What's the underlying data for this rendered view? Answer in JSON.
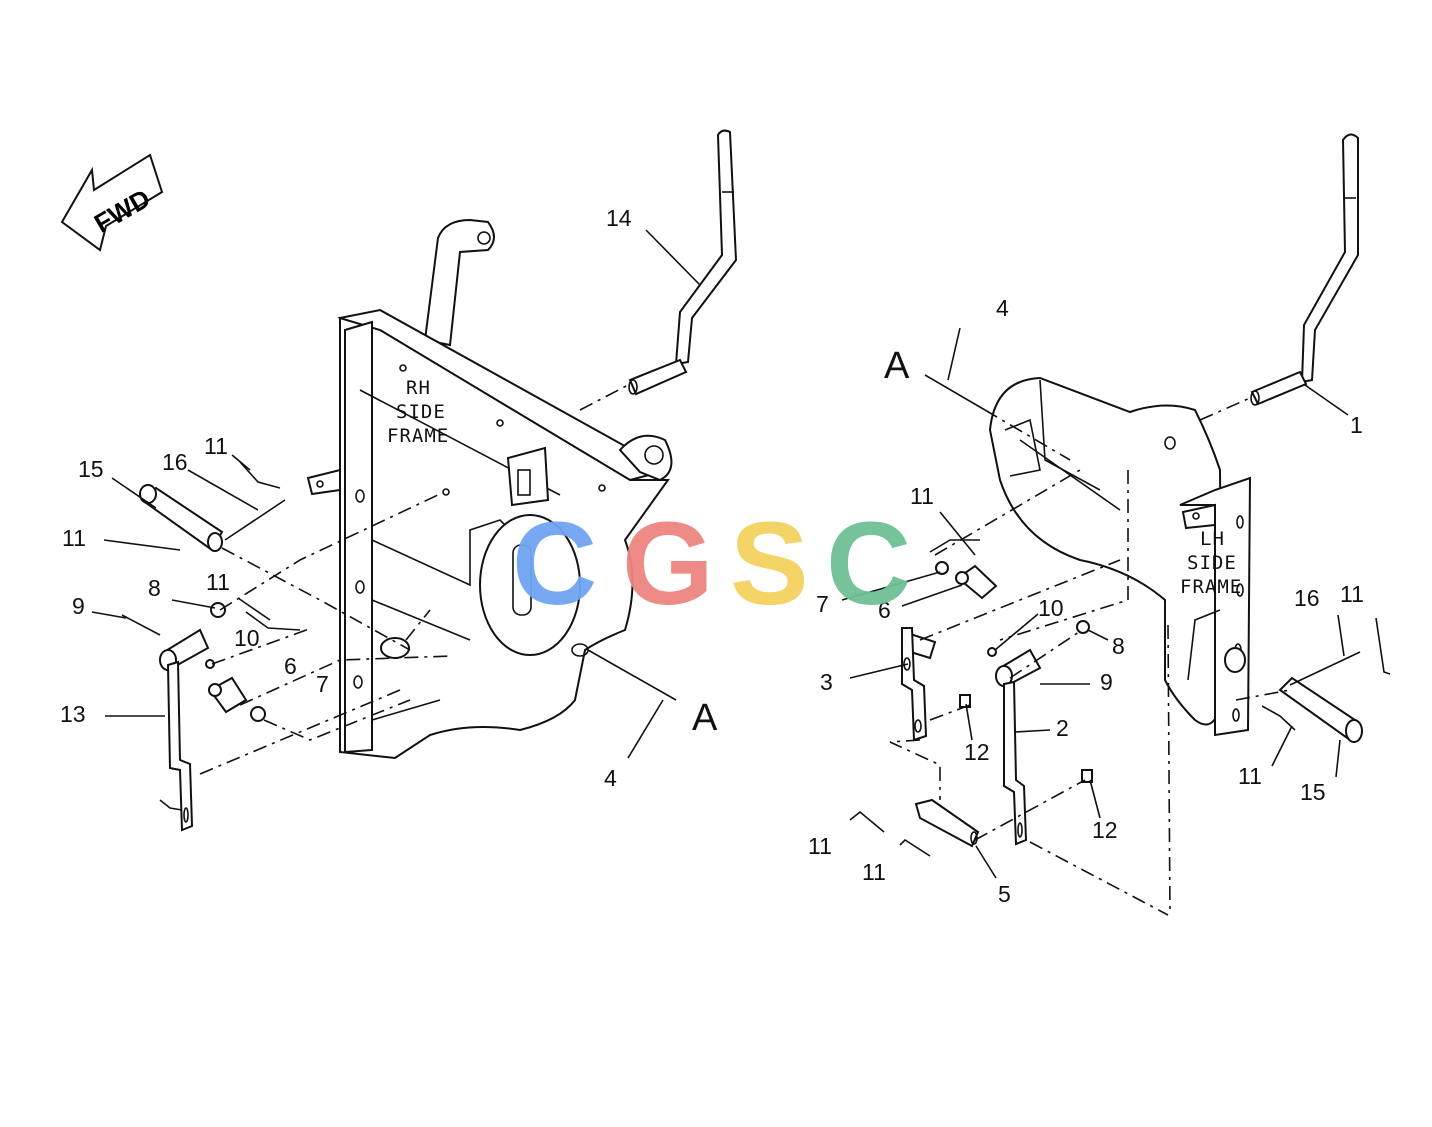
{
  "fwd_arrow": {
    "label": "FWD"
  },
  "frames": {
    "rh": [
      "RH",
      "SIDE",
      "FRAME"
    ],
    "lh": [
      "LH",
      "SIDE",
      "FRAME"
    ]
  },
  "views": {
    "a_left": "A",
    "a_right_upper": "A"
  },
  "watermark": {
    "letters": [
      "C",
      "G",
      "S",
      "C"
    ],
    "colors": [
      "#6fa5f2",
      "#ee8580",
      "#f4d25f",
      "#6fbf94"
    ]
  },
  "callouts": {
    "c14": "14",
    "c15L": "15",
    "c16L": "16",
    "c11a": "11",
    "c11b": "11",
    "c8L": "8",
    "c11c": "11",
    "c9L": "9",
    "c10L": "10",
    "c6L": "6",
    "c7L": "7",
    "c13": "13",
    "c4L": "4",
    "c4R": "4",
    "c1": "1",
    "c11d": "11",
    "c7R": "7",
    "c6R": "6",
    "c10R": "10",
    "c8R": "8",
    "c3": "3",
    "c9R": "9",
    "c2": "2",
    "c12a": "12",
    "c12b": "12",
    "c11e": "11",
    "c11f": "11",
    "c5": "5",
    "c16R": "16",
    "c11g": "11",
    "c11h": "11",
    "c15R": "15"
  }
}
